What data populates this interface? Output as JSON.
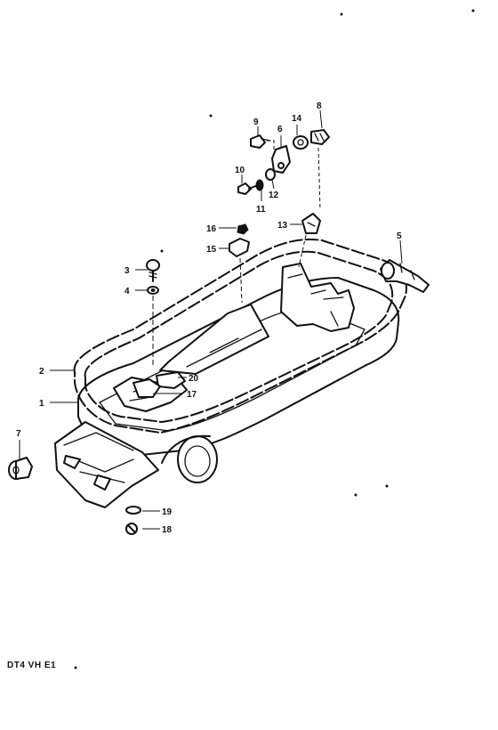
{
  "diagram": {
    "caption": "DT4 VH E1",
    "callouts": [
      "1",
      "2",
      "3",
      "4",
      "5",
      "6",
      "7",
      "8",
      "9",
      "10",
      "11",
      "12",
      "13",
      "14",
      "15",
      "16",
      "17",
      "18",
      "19",
      "20"
    ]
  }
}
